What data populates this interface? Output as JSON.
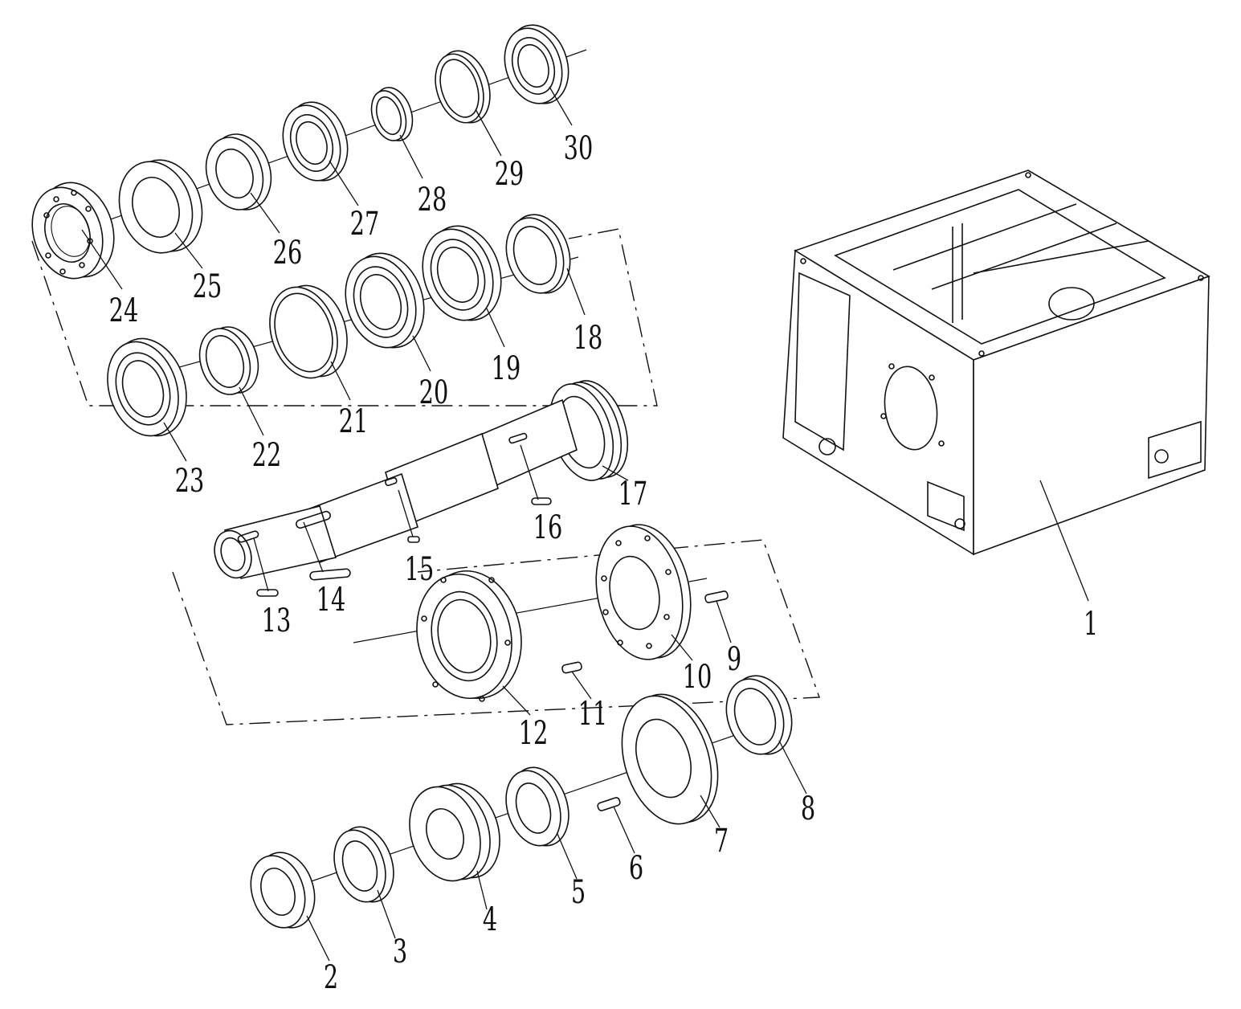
{
  "diagram": {
    "part_numbers": [
      "1",
      "2",
      "3",
      "4",
      "5",
      "6",
      "7",
      "8",
      "9",
      "10",
      "11",
      "12",
      "13",
      "14",
      "15",
      "16",
      "17",
      "18",
      "19",
      "20",
      "21",
      "22",
      "23",
      "24",
      "25",
      "26",
      "27",
      "28",
      "29",
      "30"
    ]
  }
}
